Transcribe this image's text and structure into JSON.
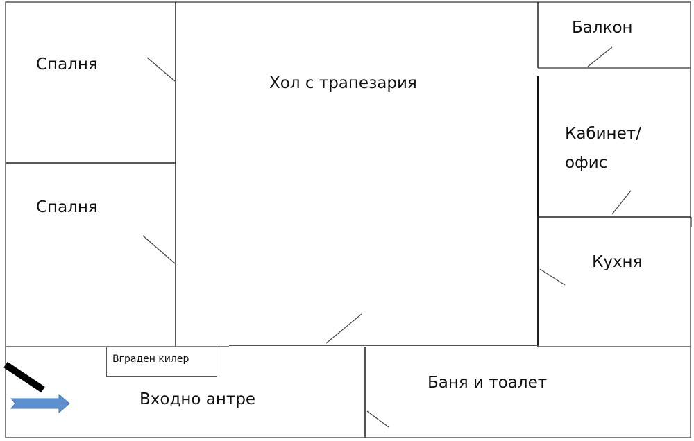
{
  "diagram": {
    "type": "floor-plan",
    "rooms": [
      {
        "id": "bedroom-1",
        "label": "Спалня"
      },
      {
        "id": "bedroom-2",
        "label": "Спалня"
      },
      {
        "id": "living-dining",
        "label": "Хол с трапезария"
      },
      {
        "id": "balcony",
        "label": "Балкон"
      },
      {
        "id": "office",
        "label_line1": "Кабинет/",
        "label_line2": "офис"
      },
      {
        "id": "kitchen",
        "label": "Кухня"
      },
      {
        "id": "entrance-hall",
        "label": "Входно антре"
      },
      {
        "id": "bathroom",
        "label": "Баня и тоалет"
      }
    ],
    "closet": {
      "label": "Вграден килер"
    },
    "entry_arrow": {
      "color": "#5b8fcf",
      "direction": "right"
    },
    "entry_door": {
      "color": "#000000"
    },
    "wall_color": "#333333",
    "door_color": "#444444"
  }
}
